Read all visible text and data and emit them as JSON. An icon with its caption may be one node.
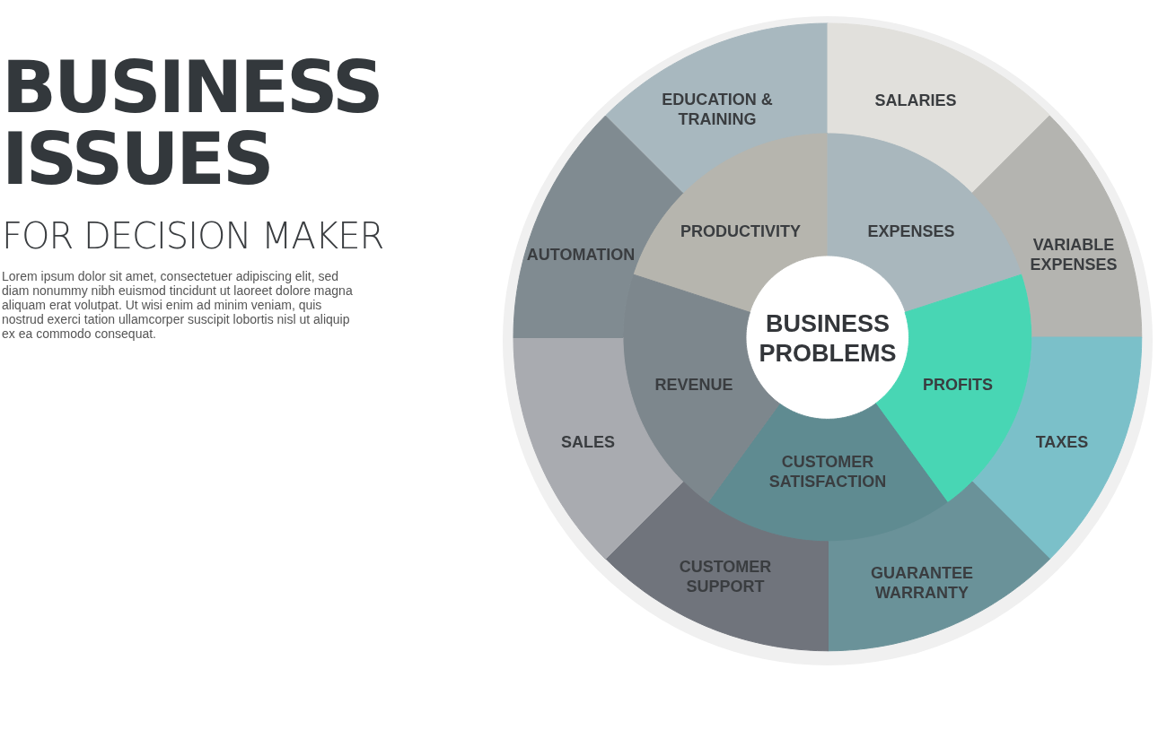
{
  "diagram": {
    "title": "BUSINESS ISSUES",
    "nodes": [
      {
        "text": [
          "BUSINESS PROBLEMS"
        ]
      },
      {
        "text": [
          "PRODUCTIVITY"
        ]
      },
      {
        "text": [
          "EXPENSES"
        ]
      },
      {
        "text": [
          "PROFITS"
        ]
      },
      {
        "text": [
          "CUSTOMER SATISFACTION"
        ]
      },
      {
        "text": [
          "REVENUE"
        ]
      },
      {
        "text": [
          "EDUCATION & TRAINING"
        ]
      },
      {
        "text": [
          "SALARIES"
        ]
      },
      {
        "text": [
          "VARIABLE EXPENSES"
        ]
      },
      {
        "text": [
          "TAXES"
        ]
      },
      {
        "text": [
          "GUARANTEE WARRANTY"
        ]
      },
      {
        "text": [
          "CUSTOMER SUPPORT"
        ]
      },
      {
        "text": [
          "SALES"
        ]
      },
      {
        "text": [
          "AUTOMATION"
        ]
      }
    ],
    "labels": [
      "FOR DECISION MAKER",
      "Lorem ipsum dolor sit amet, consectetuer adipiscing elit, sed diam nonummy nibh euismod tincidunt ut laoreet dolore magna aliquam erat volutpat. Ut wisi enim ad minim veniam, quis nostrud exerci tation ullamcorper suscipit lobortis nisl ut aliquip ex ea commodo consequat."
    ]
  }
}
